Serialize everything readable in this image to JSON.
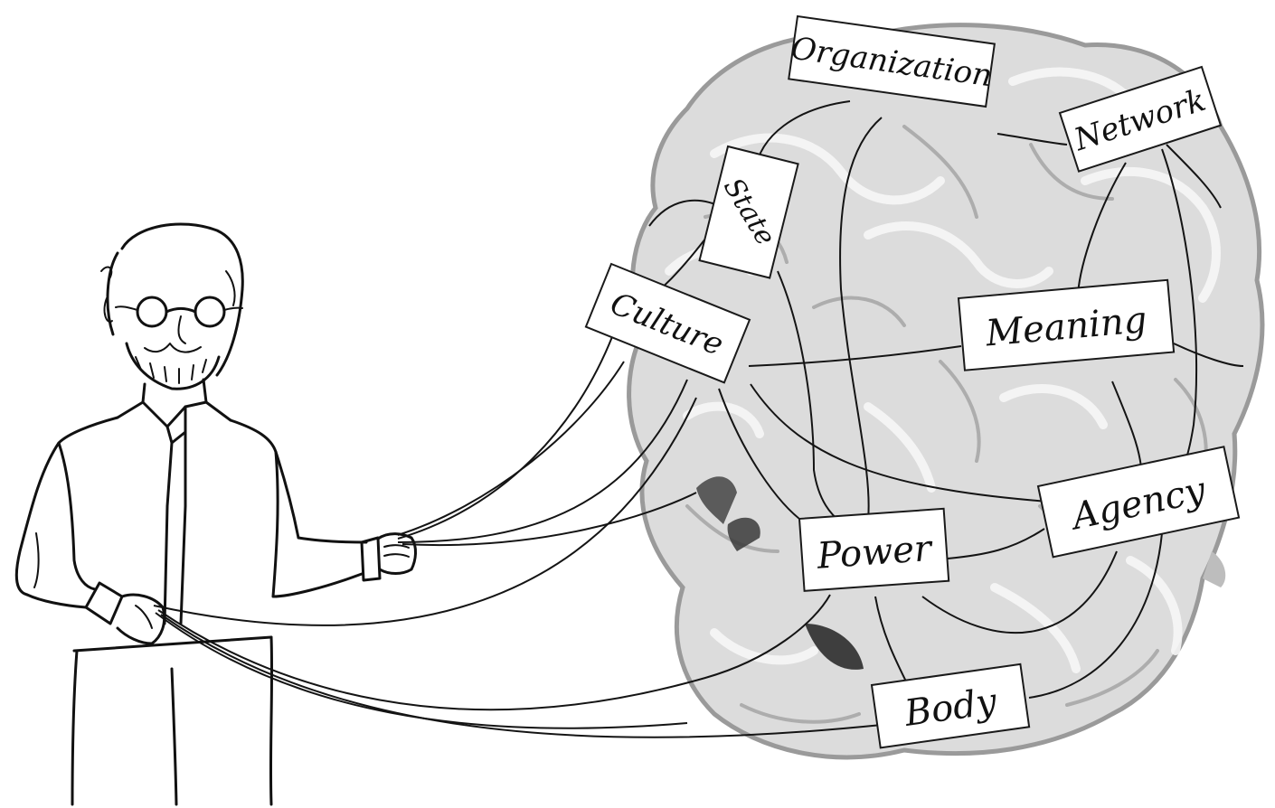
{
  "labels": {
    "organization": "Organization",
    "network": "Network",
    "state": "State",
    "culture": "Culture",
    "meaning": "Meaning",
    "agency": "Agency",
    "power": "Power",
    "body": "Body"
  },
  "colors": {
    "ink": "#111111",
    "paper": "#ffffff",
    "organ_fill": "#dcdcdc",
    "organ_edge": "#9a9a9a"
  }
}
